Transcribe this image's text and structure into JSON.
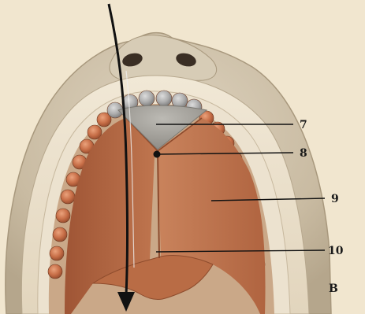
{
  "labels": {
    "n7": "7",
    "n8": "8",
    "n9": "9",
    "n10": "10",
    "panel": "B"
  },
  "colors": {
    "background": "#f1e6cf",
    "face": "#cfc2ac",
    "gum": "#e7dcc8",
    "teeth_orange": "#c8714a",
    "teeth_gray": "#a9a9a9",
    "palate": "#b86a43",
    "premaxilla": "#a7a49e",
    "arrow": "#111111"
  }
}
